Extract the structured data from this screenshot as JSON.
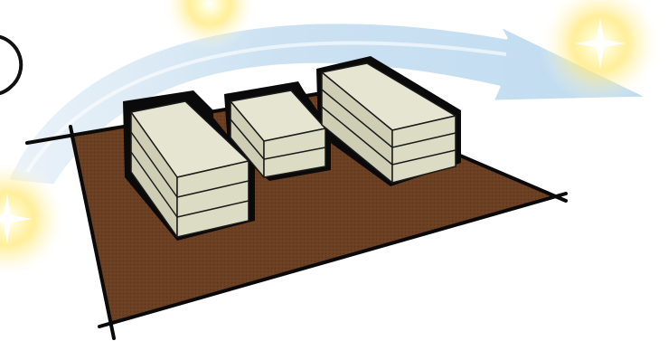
{
  "colors": {
    "background": "#ffffff",
    "ground_fill": "#6b3f22",
    "ground_outline": "#0a0a0a",
    "block_top": "#e4e3cf",
    "block_side": "#d3d2b8",
    "block_outline": "#1a1a1a",
    "sun_arc": "#bcd9ef",
    "sun_glow": "#fff6a8"
  },
  "scene": {
    "icons": [
      "sunrise-sun-icon",
      "midday-sun-icon",
      "sunset-sun-icon",
      "sun-path-arrow-icon"
    ],
    "buildings": [
      {
        "name": "building-left",
        "storeys": 3
      },
      {
        "name": "building-middle",
        "storeys": 2
      },
      {
        "name": "building-right",
        "storeys": 3
      }
    ]
  }
}
